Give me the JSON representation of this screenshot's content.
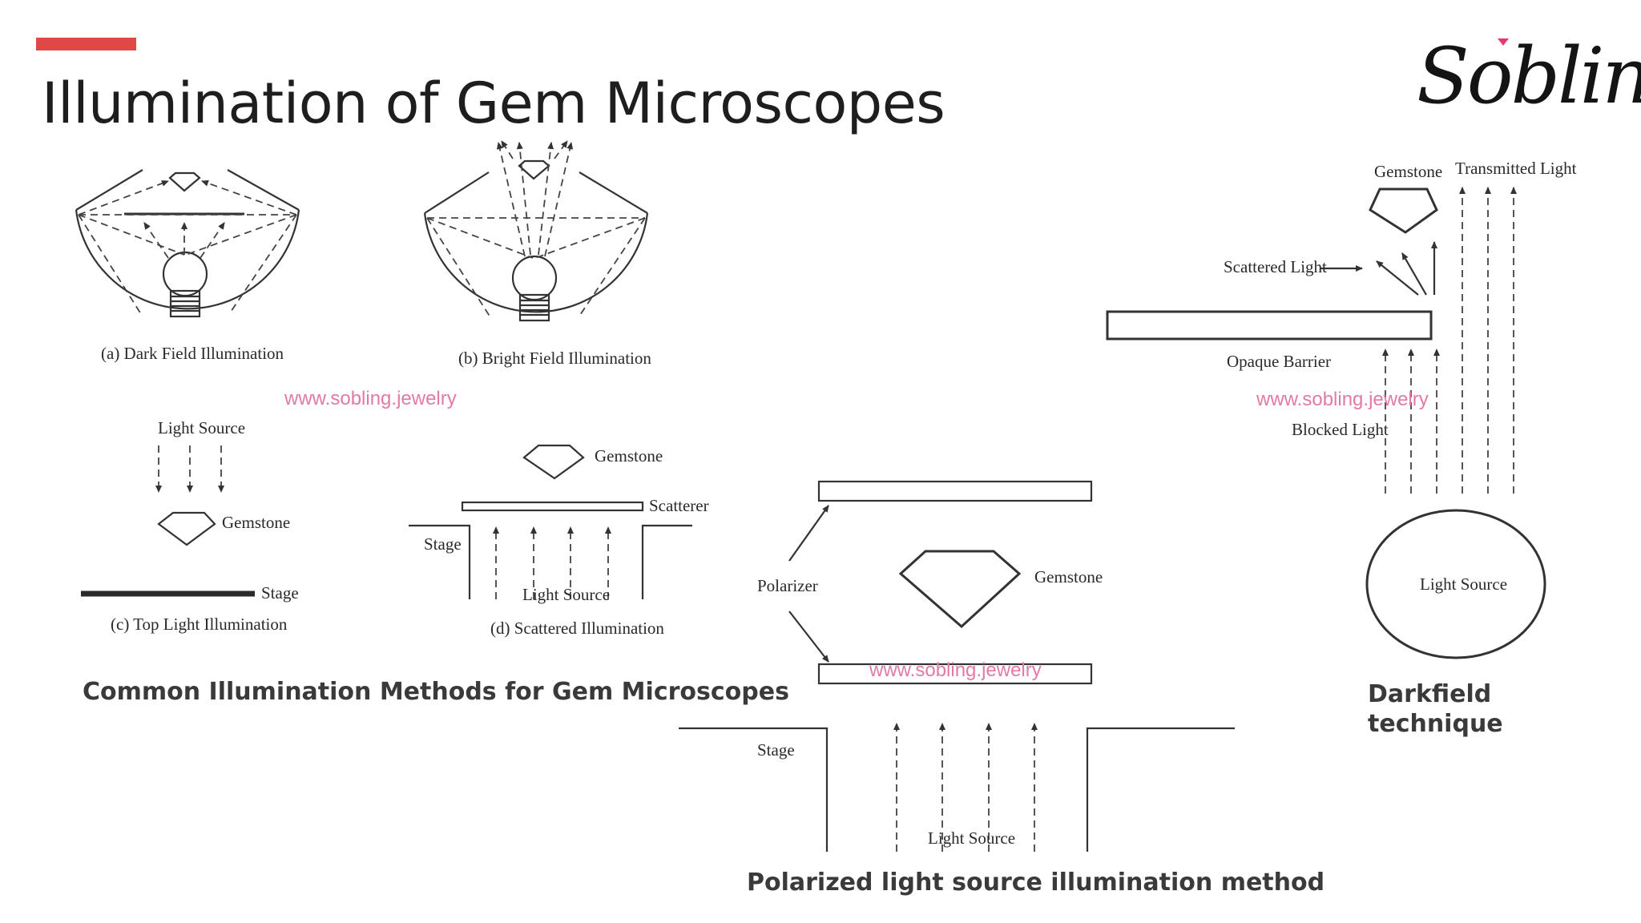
{
  "header": {
    "title": "Illumination of Gem Microscopes",
    "logo_text": "Sobling",
    "accent_color": "#e04848"
  },
  "watermarks": {
    "text_1": "www.sobling.jewelry",
    "text_2": "www.sobling.jewelry",
    "text_3": "www.sobling.jewelry"
  },
  "common_methods": {
    "caption": "Common Illumination Methods for Gem Microscopes",
    "dark_field": {
      "label": "(a) Dark Field Illumination"
    },
    "bright_field": {
      "label": "(b)  Bright Field Illumination"
    },
    "top_light": {
      "label": "(c) Top Light Illumination",
      "light_source": "Light Source",
      "gemstone": "Gemstone",
      "stage": "Stage"
    },
    "scattered": {
      "label": "(d) Scattered Illumination",
      "gemstone": "Gemstone",
      "scatterer": "Scatterer",
      "stage": "Stage",
      "light_source": "Light Source"
    }
  },
  "polarized": {
    "caption": "Polarized light source illumination method",
    "polarizer": "Polarizer",
    "gemstone": "Gemstone",
    "stage": "Stage",
    "light_source": "Light Source"
  },
  "darkfield_technique": {
    "caption_line1": "Darkfield",
    "caption_line2": "technique",
    "gemstone": "Gemstone",
    "transmitted_light": "Transmitted Light",
    "scattered_light": "Scattered Light",
    "opaque_barrier": "Opaque Barrier",
    "blocked_light": "Blocked Light",
    "light_source": "Light Source"
  }
}
